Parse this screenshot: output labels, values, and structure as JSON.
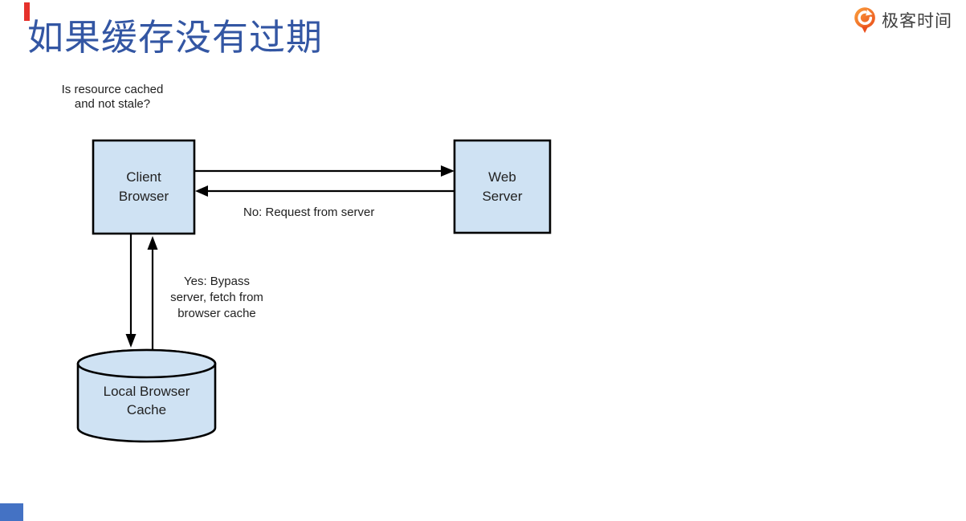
{
  "slide": {
    "title": "如果缓存没有过期"
  },
  "brand": {
    "name": "极客时间"
  },
  "diagram": {
    "question": [
      "Is resource cached",
      "and not stale?"
    ],
    "nodes": {
      "client": [
        "Client",
        "Browser"
      ],
      "server": [
        "Web",
        "Server"
      ],
      "cache": [
        "Local Browser",
        "Cache"
      ]
    },
    "edges": {
      "no": "No: Request from server",
      "yes": [
        "Yes: Bypass",
        "server, fetch from",
        "browser cache"
      ]
    }
  },
  "colors": {
    "title_blue": "#3356a3",
    "node_fill": "#cfe2f3",
    "node_border": "#000000",
    "accent_red": "#e5312b",
    "accent_blue": "#4472c4",
    "logo_orange": "#f26b21"
  }
}
